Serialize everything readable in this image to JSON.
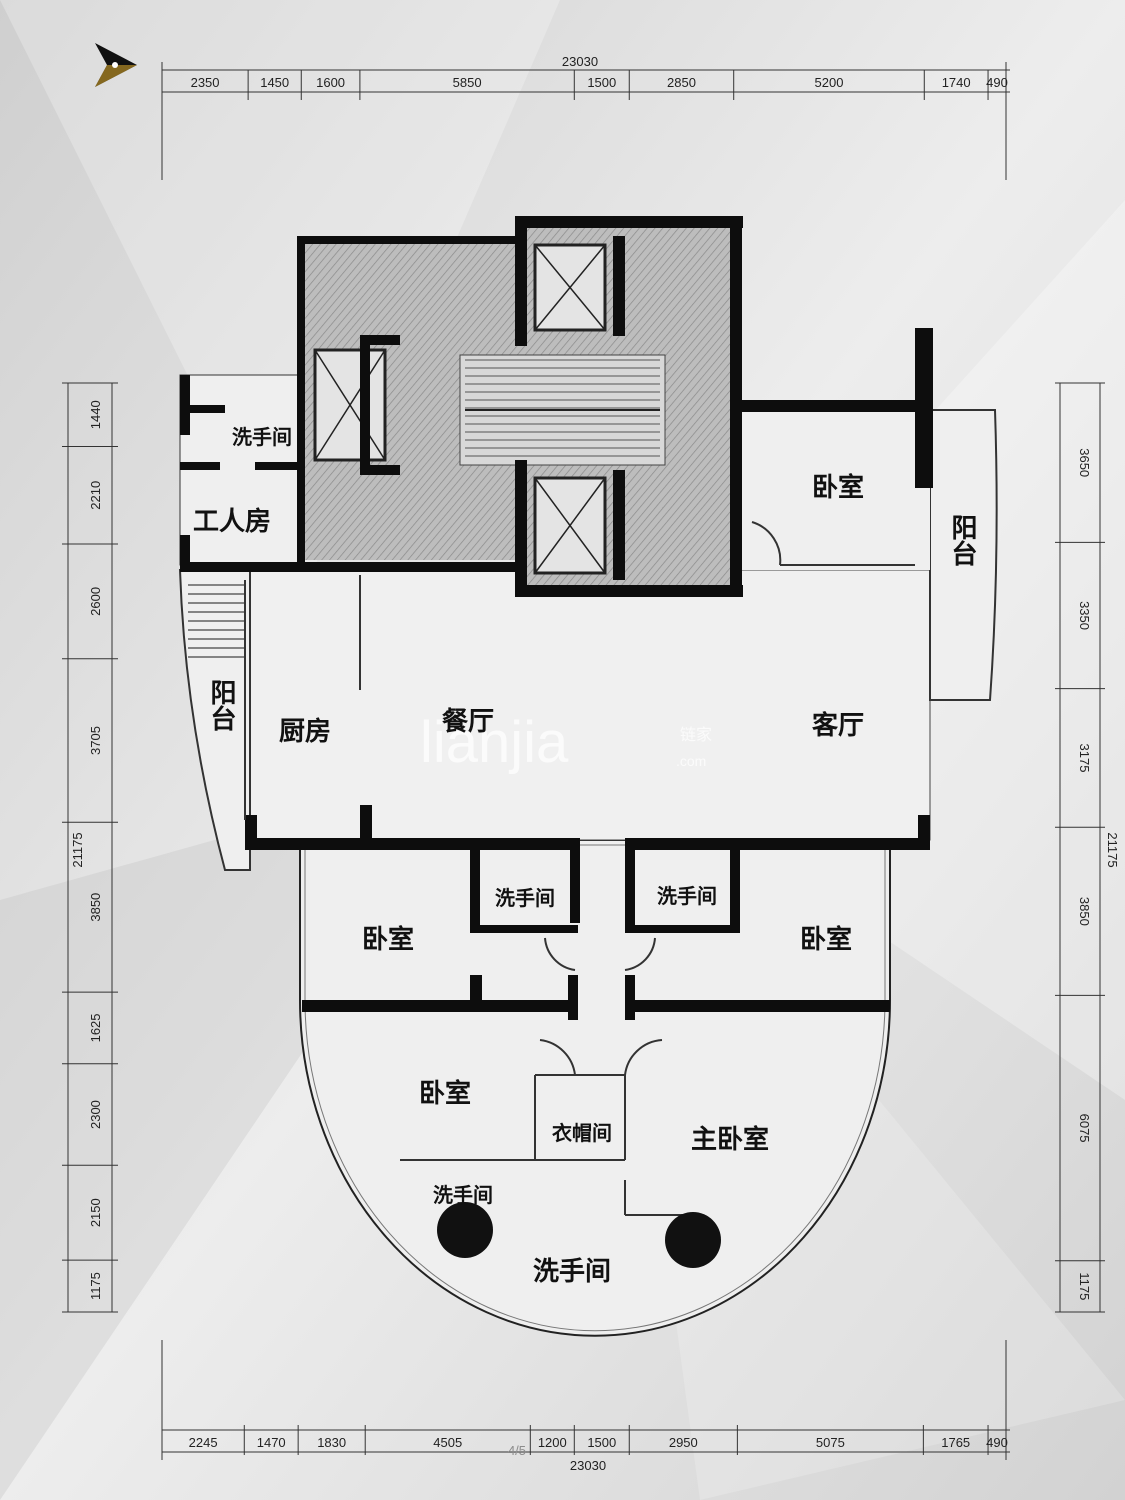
{
  "dimensions": {
    "top_total": "23030",
    "top_segments": [
      "2350",
      "1450",
      "1600",
      "5850",
      "1500",
      "2850",
      "5200",
      "1740",
      "490"
    ],
    "bottom_total": "23030",
    "bottom_segments": [
      "2245",
      "1470",
      "1830",
      "4505",
      "1200",
      "1500",
      "2950",
      "5075",
      "1765",
      "490"
    ],
    "left_total": "21175",
    "left_segments": [
      "1440",
      "2210",
      "2600",
      "3705",
      "3850",
      "1625",
      "2300",
      "2150",
      "1175"
    ],
    "right_total": "21175",
    "right_segments": [
      "3650",
      "3350",
      "3175",
      "3850",
      "6075",
      "1175"
    ]
  },
  "rooms": {
    "washroom_servant": "洗手间",
    "servant_room": "工人房",
    "bedroom_ne": "卧室",
    "balcony_east": "阳台",
    "balcony_west": "阳台",
    "kitchen": "厨房",
    "dining": "餐厅",
    "living": "客厅",
    "washroom_mid_left": "洗手间",
    "washroom_mid_right": "洗手间",
    "bedroom_mid_left": "卧室",
    "bedroom_mid_right": "卧室",
    "bedroom_south": "卧室",
    "cloakroom": "衣帽间",
    "master_bedroom": "主卧室",
    "washroom_south": "洗手间",
    "washroom_master": "洗手间"
  },
  "watermark": {
    "brand": "lianjia",
    "cn": "链家",
    "domain": ".com"
  },
  "page_indicator": "4/5",
  "icons": {
    "north_arrow": "compass-north-icon"
  }
}
